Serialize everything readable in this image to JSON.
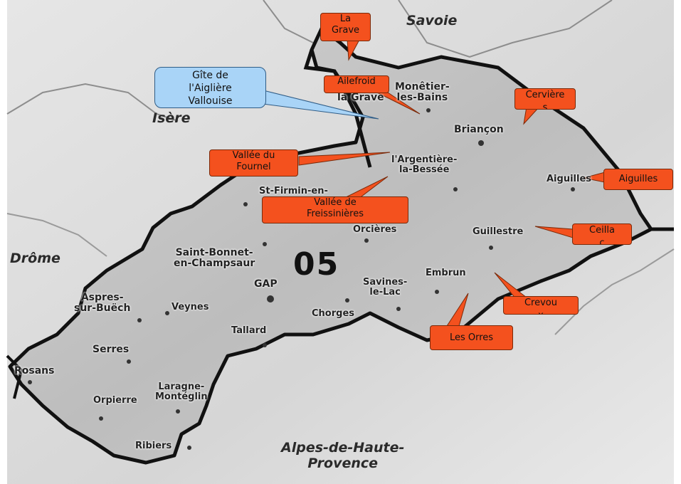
{
  "regions": {
    "savoie": "Savoie",
    "isere": "Isère",
    "drome": "Drôme",
    "ahp": "Alpes-de-Haute-\nProvence"
  },
  "department_number": "05",
  "towns": {
    "monetier": "Monêtier-\nles-Bains",
    "la_grave": "la Grave",
    "briancon": "Briançon",
    "argentiere": "l'Argentière-\nla-Bessée",
    "aiguilles": "Aiguilles",
    "st_firmin": "St-Firmin-en-",
    "orcieres": "Orcières",
    "guillestre": "Guillestre",
    "st_bonnet": "Saint-Bonnet-\nen-Champsaur",
    "gap": "GAP",
    "embrun": "Embrun",
    "savines": "Savines-\nle-Lac",
    "chorges": "Chorges",
    "aspres": "Aspres-\nsur-Buëch",
    "veynes": "Veynes",
    "tallard": "Tallard",
    "serres": "Serres",
    "rosans": "Rosans",
    "laragne": "Laragne-\nMontéglin",
    "orpierre": "Orpierre",
    "ribiers": "Ribiers"
  },
  "callouts": {
    "la_grave": "La\nGrave",
    "ailefroid": "Ailefroid",
    "gite": "Gîte de\nl'Aiglière\nVallouise",
    "cerviere": "Cervière\ns",
    "fournel": "Vallée du\nFournel",
    "freissinieres": "Vallée de\nFreissinières",
    "aiguilles": "Aiguilles",
    "ceillac": "Ceilla\nc",
    "crevoux": "Crevou\nx",
    "les_orres": "Les Orres"
  },
  "colors": {
    "callout_fill": "#f4511e",
    "callout_border": "#7a2a0a",
    "gite_fill": "#a9d4f7",
    "department_fill": "#c8c8c8",
    "border_line": "#111111"
  }
}
